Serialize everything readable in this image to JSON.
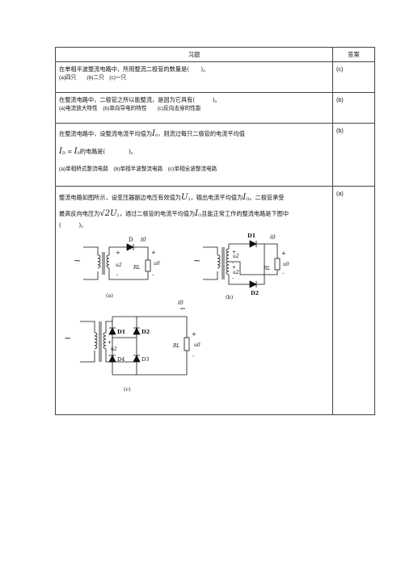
{
  "header": {
    "exercise": "习题",
    "answer": "答案"
  },
  "rows": [
    {
      "question": "在单相半波整流电路中，所用整流二极管的数量是(　　)。",
      "options": "(a)四只　　(b)二只　(c)一只",
      "answer": "(c)"
    },
    {
      "question": "在整流电路中，二极管之所以能整流，是因为它具有(　　　)。",
      "options": "(a)电流放大特性　(b)单向导电的特性　　(c)反向击穿的性能",
      "answer": "(b)"
    },
    {
      "question_a": "在整流电路中，设整流电流平均值为",
      "question_var": "I",
      "question_var_sub": "0",
      "question_b": "，则流过每只二极管的电流平均值",
      "cond_left": "I",
      "cond_left_sub": "D",
      "cond_eq": " = ",
      "cond_right": "I",
      "cond_right_sub": "0",
      "cond_text": "的电路是(　　　　)。",
      "options": "(a)单相桥式整流电路　(b)单相半波整流电路　(c)单相全波整流电路",
      "answer": "(b)"
    },
    {
      "q_a": "整流电路如图所示，设变压器副边电压有效值为",
      "q_var1": "U",
      "q_var1_sub": "2",
      "q_b": "，输出电流平均值为",
      "q_var2": "I",
      "q_var2_sub": "O",
      "q_c": "。二极管承受",
      "q_d": "最高反向电压为",
      "q_sqrt": "√2",
      "q_var3": "U",
      "q_var3_sub": "2",
      "q_e": "，通过二极管的电流平均值为",
      "q_var4": "I",
      "q_var4_sub": "O",
      "q_f": "且能正常工作的整流电路是下图中",
      "q_g": "(　　　)。",
      "answer": "(a)",
      "figure_labels": {
        "a": "(a)",
        "b": "(b)",
        "c": "(c)",
        "D": "D",
        "D1": "D1",
        "D2": "D2",
        "D3": "D3",
        "D4": "D4",
        "io": "i0",
        "u2": "u2",
        "uo": "u0",
        "RL": "RL",
        "plus": "+",
        "minus": "-",
        "ac": "~"
      }
    }
  ]
}
